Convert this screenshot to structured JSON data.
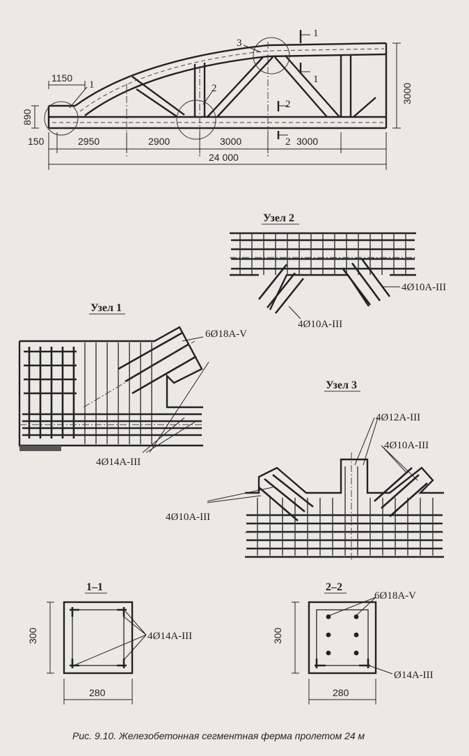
{
  "truss": {
    "dims": {
      "top_1150": "1150",
      "left_890": "890",
      "left_150": "150",
      "b_2950": "2950",
      "b_2900": "2900",
      "b_3000a": "3000",
      "b_3000b": "3000",
      "total": "24 000",
      "height": "3000"
    },
    "node_marks": {
      "n1": "1",
      "n2": "2",
      "n3": "3"
    },
    "section_marks": {
      "s1a": "1",
      "s1b": "1",
      "s2a": "2",
      "s2b": "2"
    }
  },
  "node2": {
    "title": "Узел 2",
    "label_a": "4Ø10А-III",
    "label_b": "4Ø10А-III"
  },
  "node1": {
    "title": "Узел 1",
    "label_top": "6Ø18А-V",
    "label_bottom": "4Ø14А-III"
  },
  "node3": {
    "title": "Узел 3",
    "label_a": "4Ø12А-III",
    "label_b": "4Ø10А-III",
    "label_c": "4Ø10А-III"
  },
  "section11": {
    "title": "1–1",
    "height": "300",
    "width": "280",
    "label": "4Ø14А-III"
  },
  "section22": {
    "title": "2–2",
    "height": "300",
    "width": "280",
    "label_top": "6Ø18А-V",
    "label_bottom": "Ø14А-III"
  },
  "caption": "Рис. 9.10. Железобетонная сегментная ферма пролетом 24 м"
}
